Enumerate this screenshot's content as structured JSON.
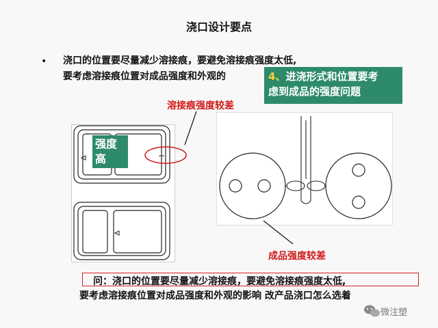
{
  "title": "浇口设计要点",
  "bullet": {
    "marker": "•",
    "line1": "浇口的位置要尽量减少溶接痕，要避免溶接痕强度太低,",
    "line2": "要考虑溶接痕位置对成品强度和外观的"
  },
  "callout": {
    "number": "4、",
    "line1": "进浇形式和位置要考",
    "line2": "虑到成品的强度问题"
  },
  "labels": {
    "weld_line_weak": "溶接痕强度较差",
    "product_weak": "成品强度较差",
    "strength_high_l1": "强度",
    "strength_high_l2": "高"
  },
  "question": {
    "line1": "问：浇口的位置要尽量减少溶接痕，要避免溶接痕强度太低,",
    "line2": "要考虑溶接痕位置对成品强度和外观的影响 改产品浇口怎么选着"
  },
  "watermark": "微注塑",
  "colors": {
    "accent_green": "#2e8b6a",
    "label_red": "#d01818",
    "callout_number": "#ffd23a"
  }
}
